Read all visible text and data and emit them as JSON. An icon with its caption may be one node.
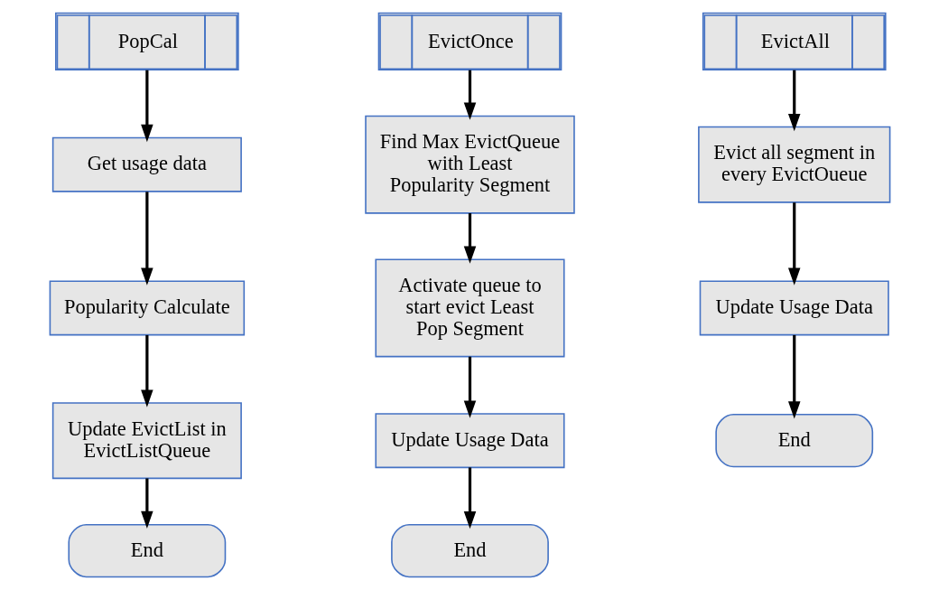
{
  "diagram": {
    "nodes": [
      {
        "text": [
          "PopCal"
        ]
      },
      {
        "text": [
          "Get usage data"
        ]
      },
      {
        "text": [
          "Popularity Calculate"
        ]
      },
      {
        "text": [
          "Update EvictList in EvictListQueue"
        ]
      },
      {
        "text": [
          "End"
        ]
      },
      {
        "text": [
          "EvictOnce"
        ]
      },
      {
        "text": [
          "Find Max EvictQueue with Least Popularity Segment"
        ]
      },
      {
        "text": [
          "Activate queue to start evict Least Pop Segment"
        ]
      },
      {
        "text": [
          "Update Usage Data"
        ]
      },
      {
        "text": [
          "End"
        ]
      },
      {
        "text": [
          "EvictAll"
        ]
      },
      {
        "text": [
          "Evict all segment in every EvictOueue"
        ]
      },
      {
        "text": [
          "Update Usage Data"
        ]
      },
      {
        "text": [
          "End"
        ]
      }
    ],
    "edges": [
      {
        "from": 0,
        "to": 1,
        "arrow": "to"
      },
      {
        "from": 1,
        "to": 2,
        "arrow": "to"
      },
      {
        "from": 2,
        "to": 3,
        "arrow": "to"
      },
      {
        "from": 3,
        "to": 4,
        "arrow": "to"
      },
      {
        "from": 5,
        "to": 6,
        "arrow": "to"
      },
      {
        "from": 6,
        "to": 7,
        "arrow": "to"
      },
      {
        "from": 7,
        "to": 8,
        "arrow": "to"
      },
      {
        "from": 8,
        "to": 9,
        "arrow": "to"
      },
      {
        "from": 10,
        "to": 11,
        "arrow": "to"
      },
      {
        "from": 11,
        "to": 12,
        "arrow": "to"
      },
      {
        "from": 12,
        "to": 13,
        "arrow": "to"
      }
    ]
  }
}
